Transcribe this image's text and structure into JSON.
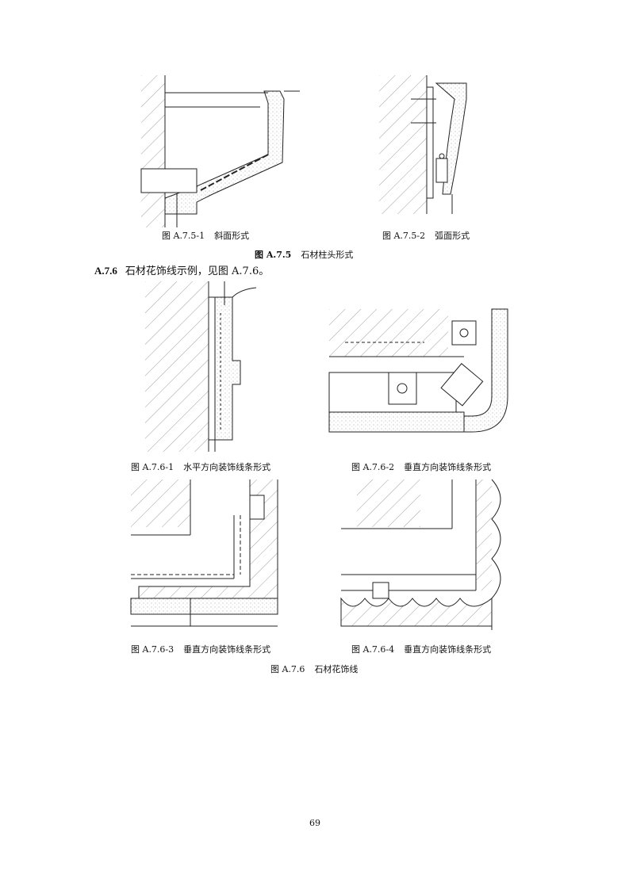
{
  "figures": {
    "a751": {
      "num": "图 A.7.5-1",
      "title": "斜面形式"
    },
    "a752": {
      "num": "图 A.7.5-2",
      "title": "弧面形式"
    },
    "a75": {
      "num": "图 A.7.5",
      "title": "石材柱头形式"
    },
    "a761": {
      "num": "图 A.7.6-1",
      "title": "水平方向装饰线条形式"
    },
    "a762": {
      "num": "图 A.7.6-2",
      "title": "垂直方向装饰线条形式"
    },
    "a763": {
      "num": "图 A.7.6-3",
      "title": "垂直方向装饰线条形式"
    },
    "a764": {
      "num": "图 A.7.6-4",
      "title": "垂直方向装饰线条形式"
    },
    "a76": {
      "num": "图 A.7.6",
      "title": "石材花饰线"
    }
  },
  "section": {
    "number": "A.7.6",
    "text": "石材花饰线示例，见图 A.7.6。"
  },
  "page_number": "69"
}
